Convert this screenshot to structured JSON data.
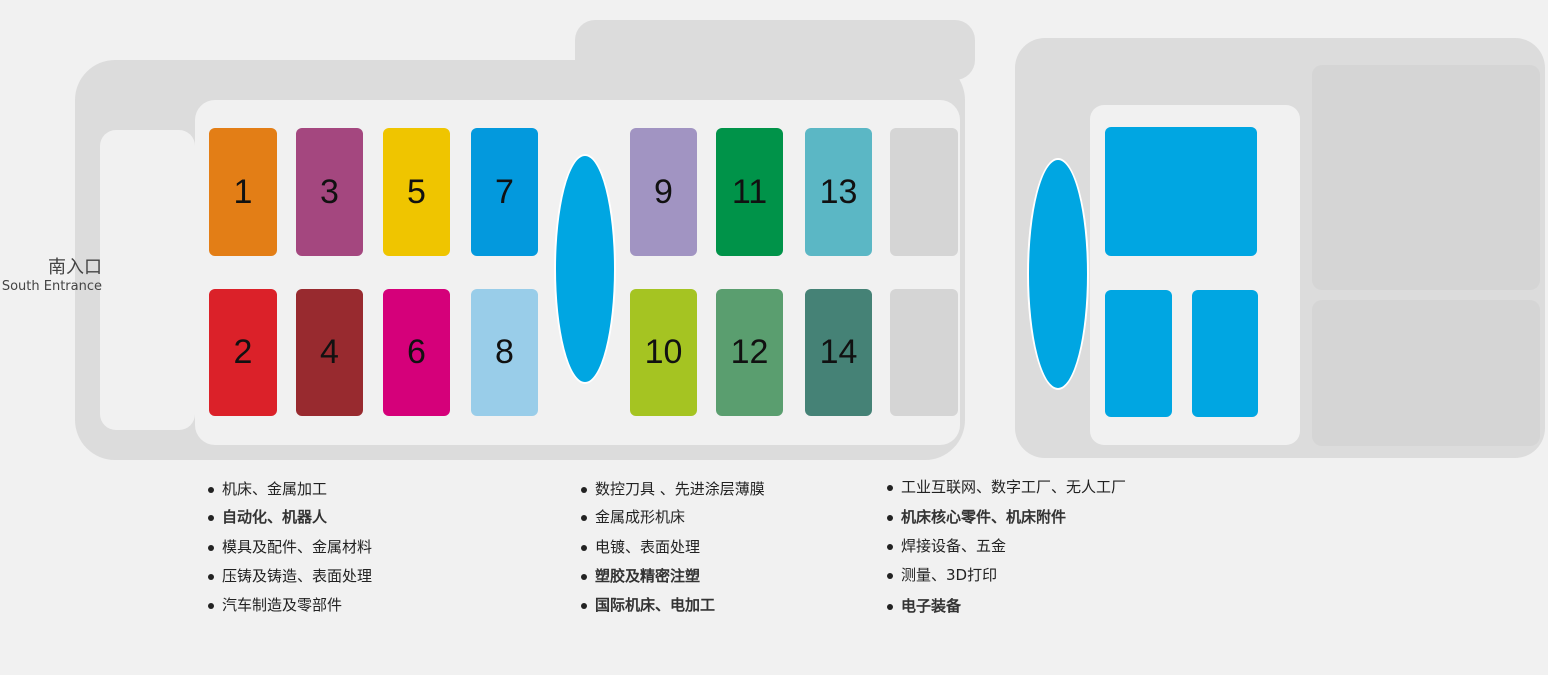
{
  "entrance": {
    "zh": "南入口",
    "en": "South Entrance"
  },
  "halls": [
    {
      "label": "1",
      "color": "#e37e16"
    },
    {
      "label": "2",
      "color": "#db2129"
    },
    {
      "label": "3",
      "color": "#a4477f"
    },
    {
      "label": "4",
      "color": "#982a2f"
    },
    {
      "label": "5",
      "color": "#efc500"
    },
    {
      "label": "6",
      "color": "#d5007a"
    },
    {
      "label": "7",
      "color": "#0399dd"
    },
    {
      "label": "8",
      "color": "#99cde9"
    },
    {
      "label": "9",
      "color": "#a194c2"
    },
    {
      "label": "10",
      "color": "#a5c422"
    },
    {
      "label": "11",
      "color": "#009349"
    },
    {
      "label": "12",
      "color": "#5a9e6f"
    },
    {
      "label": "13",
      "color": "#5bb7c5"
    },
    {
      "label": "14",
      "color": "#458276"
    }
  ],
  "legend": [
    [
      {
        "text": "机床、金属加工",
        "bold": false
      },
      {
        "text": "自动化、机器人",
        "bold": true
      },
      {
        "text": "模具及配件、金属材料",
        "bold": false
      },
      {
        "text": "压铸及铸造、表面处理",
        "bold": false
      },
      {
        "text": "汽车制造及零部件",
        "bold": false
      }
    ],
    [
      {
        "text": "数控刀具 、先进涂层薄膜",
        "bold": false
      },
      {
        "text": "金属成形机床",
        "bold": false
      },
      {
        "text": "电镀、表面处理",
        "bold": false
      },
      {
        "text": "塑胶及精密注塑",
        "bold": true
      },
      {
        "text": "国际机床、电加工",
        "bold": true
      }
    ],
    [
      {
        "text": "工业互联网、数字工厂、无人工厂",
        "bold": false
      },
      {
        "text": "机床核心零件、机床附件",
        "bold": true
      },
      {
        "text": "焊接设备、五金",
        "bold": false
      },
      {
        "text": "测量、3D打印",
        "bold": false
      },
      {
        "text": "电子装备",
        "bold": true
      }
    ]
  ],
  "colors": {
    "accent_blue": "#00a6e2",
    "inactive": "#d5d5d5"
  }
}
